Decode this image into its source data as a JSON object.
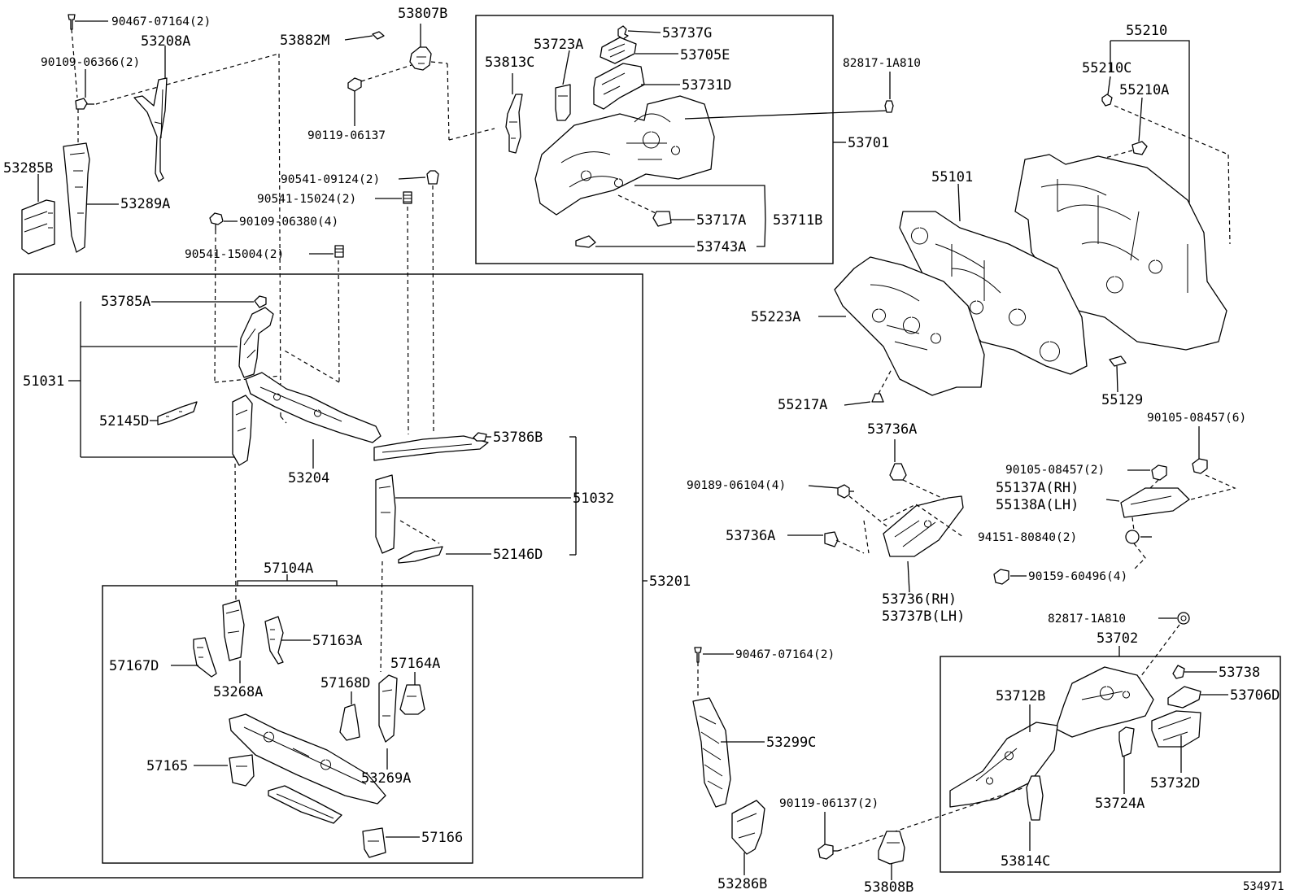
{
  "diagram_id": "534971",
  "labels": {
    "p90467_07164_top": "90467-07164(2)",
    "p90109_06366": "90109-06366(2)",
    "p53208A": "53208A",
    "p53285B": "53285B",
    "p53289A": "53289A",
    "p53882M": "53882M",
    "p53807B": "53807B",
    "p90119_06137_top": "90119-06137",
    "p90541_09124": "90541-09124(2)",
    "p90541_15024": "90541-15024(2)",
    "p90109_06380": "90109-06380(4)",
    "p90541_15004": "90541-15004(2)",
    "p53723A": "53723A",
    "p53737G": "53737G",
    "p53705E": "53705E",
    "p53813C": "53813C",
    "p53731D": "53731D",
    "p53717A": "53717A",
    "p53711B": "53711B",
    "p53743A": "53743A",
    "p82817_top": "82817-1A810",
    "p53701": "53701",
    "p55210": "55210",
    "p55210C": "55210C",
    "p55210A": "55210A",
    "p55101": "55101",
    "p55223A": "55223A",
    "p55217A": "55217A",
    "p55129": "55129",
    "p53785A": "53785A",
    "p51031": "51031",
    "p52145D": "52145D",
    "p53204": "53204",
    "p53786B": "53786B",
    "p51032": "51032",
    "p52146D": "52146D",
    "p53201": "53201",
    "p57104A": "57104A",
    "p57163A": "57163A",
    "p57167D": "57167D",
    "p53268A": "53268A",
    "p57168D": "57168D",
    "p57164A": "57164A",
    "p57165": "57165",
    "p53269A": "53269A",
    "p57166": "57166",
    "p53736A_top": "53736A",
    "p90105_08457_6": "90105-08457(6)",
    "p90105_08457_2": "90105-08457(2)",
    "p90189_06104": "90189-06104(4)",
    "p55137A": "55137A(RH)",
    "p55138A": "55138A(LH)",
    "p53736A_left": "53736A",
    "p94151_80840": "94151-80840(2)",
    "p90159_60496": "90159-60496(4)",
    "p53736RH": "53736(RH)",
    "p53737B": "53737B(LH)",
    "p82817_bottom": "82817-1A810",
    "p53702": "53702",
    "p90467_07164_bottom": "90467-07164(2)",
    "p53738": "53738",
    "p53712B": "53712B",
    "p53706D": "53706D",
    "p53299C": "53299C",
    "p53732D": "53732D",
    "p90119_06137_bottom": "90119-06137(2)",
    "p53724A": "53724A",
    "p53286B": "53286B",
    "p53808B": "53808B",
    "p53814C": "53814C"
  }
}
